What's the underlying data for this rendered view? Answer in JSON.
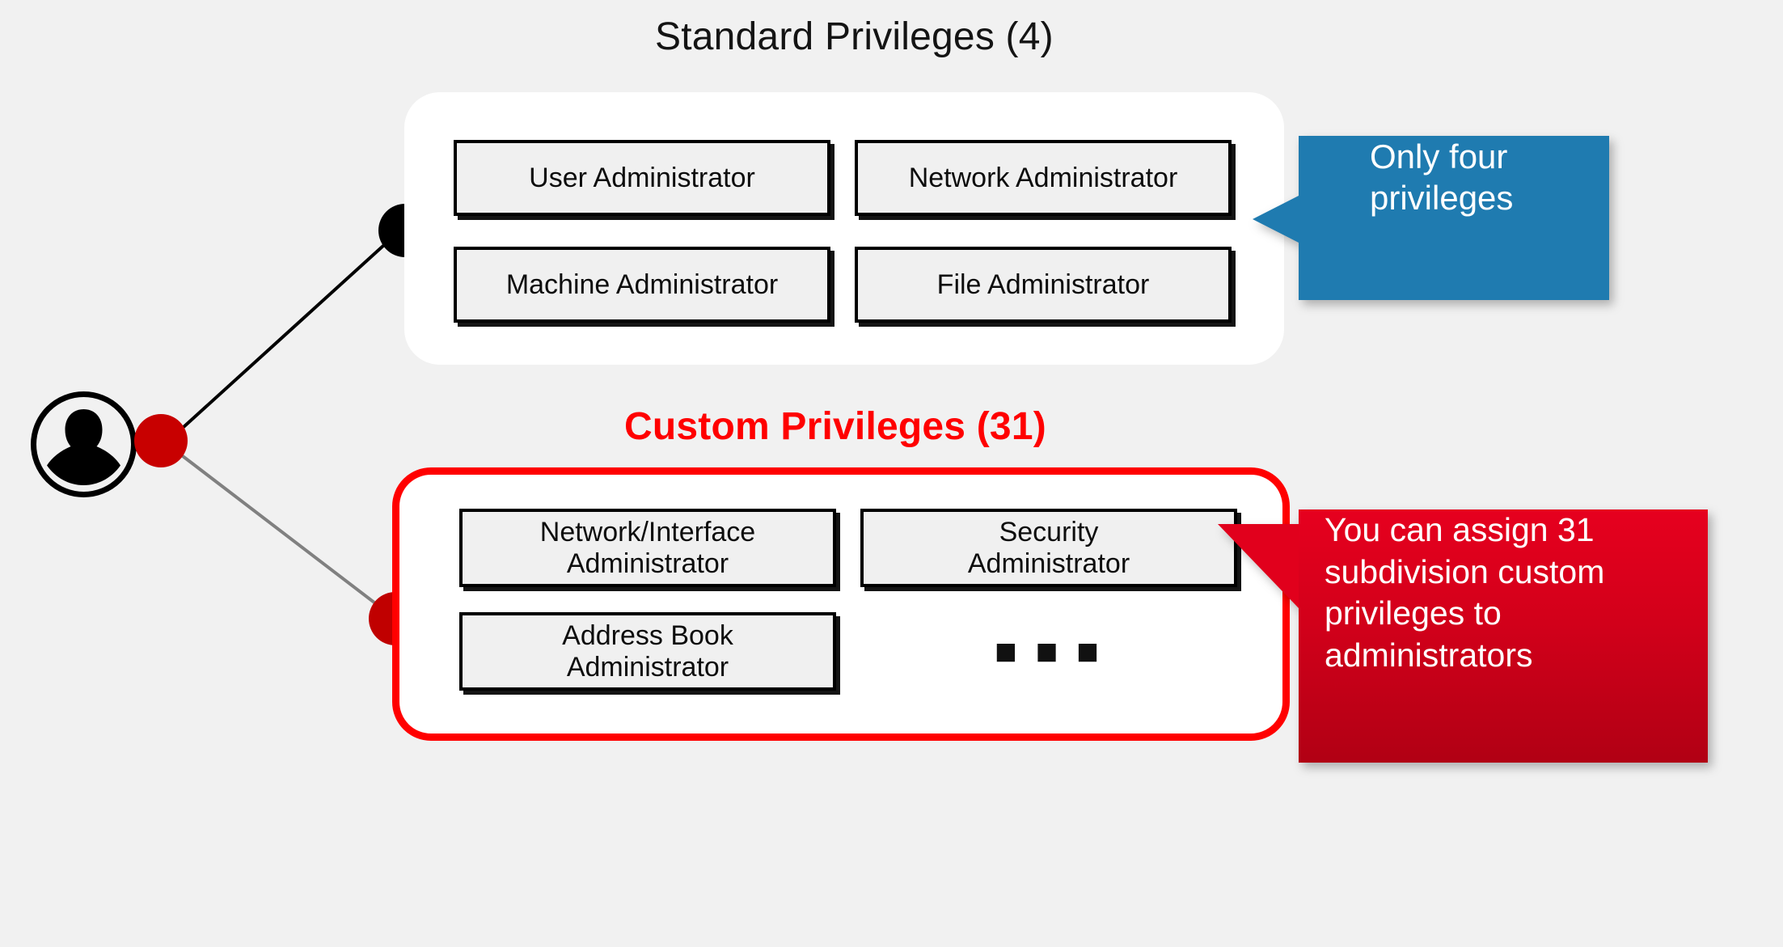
{
  "background_color": "#f1f1f1",
  "sections": {
    "standard": {
      "title": "Standard Privileges (4)",
      "title_color": "#141414",
      "boxes": [
        {
          "label": "User Administrator"
        },
        {
          "label": "Network Administrator"
        },
        {
          "label": "Machine Administrator"
        },
        {
          "label": "File Administrator"
        }
      ]
    },
    "custom": {
      "title": "Custom Privileges (31)",
      "title_color": "#ff0000",
      "border_color": "#ff0000",
      "boxes": [
        {
          "label": "Network/Interface\nAdministrator"
        },
        {
          "label": "Security\nAdministrator"
        },
        {
          "label": "Address Book\nAdministrator"
        }
      ],
      "ellipsis": "■ ■ ■"
    }
  },
  "callouts": {
    "blue": {
      "text": "Only four\nprivileges",
      "color": "#1f7bb0"
    },
    "red": {
      "text": "You can assign 31 subdivision custom privileges to administrators",
      "color": "#e1001c"
    }
  },
  "nodes": {
    "avatar_label": "user-avatar",
    "root_node_color": "#c80000",
    "standard_node_color": "#000000",
    "custom_node_color": "#c00000"
  }
}
